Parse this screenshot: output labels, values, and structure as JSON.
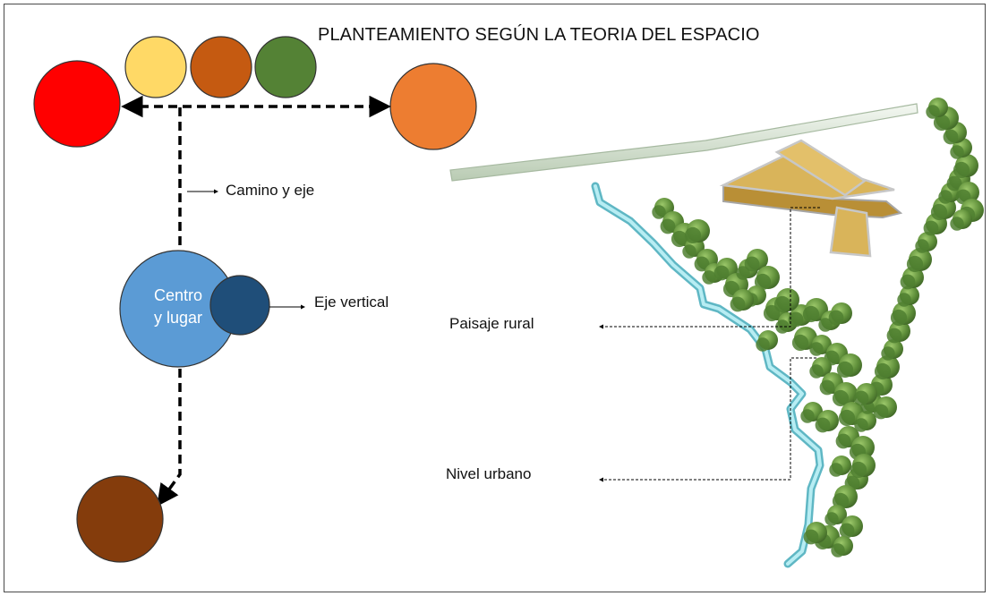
{
  "title": "PLANTEAMIENTO SEGÚN LA TEORIA DEL ESPACIO",
  "labels": {
    "camino_y_eje": "Camino y eje",
    "eje_vertical": "Eje vertical",
    "paisaje_rural": "Paisaje rural",
    "nivel_urbano": "Nivel urbano"
  },
  "center": {
    "line1": "Centro",
    "line2": "y lugar"
  },
  "colors": {
    "red": "#ff0000",
    "yellow": "#ffd966",
    "rust": "#c55a11",
    "green": "#548235",
    "orange": "#ed7d31",
    "center_blue": "#5b9bd5",
    "dark_blue": "#1f4e79",
    "brown": "#843c0c",
    "river": "#7fd6e0",
    "building": "#d9b45a",
    "tree": "#5f8f3a"
  }
}
